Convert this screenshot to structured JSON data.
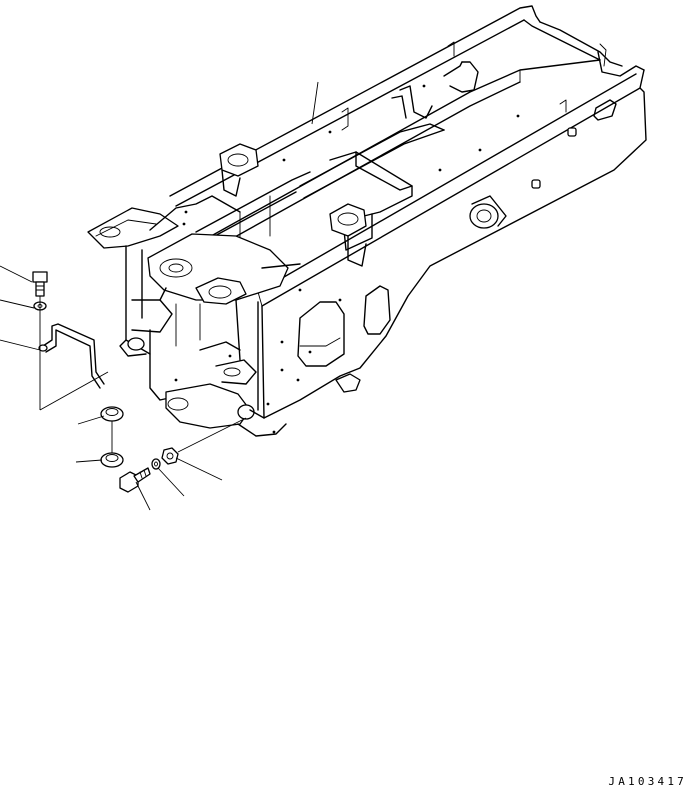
{
  "drawing": {
    "id_code": "JA103417",
    "parts": [
      {
        "name": "main-frame"
      },
      {
        "name": "bolt-upper"
      },
      {
        "name": "washer-upper"
      },
      {
        "name": "bracket-bar"
      },
      {
        "name": "bushing-upper"
      },
      {
        "name": "bushing-lower"
      },
      {
        "name": "bolt-lower"
      },
      {
        "name": "washer-lower"
      },
      {
        "name": "nut-lower"
      }
    ]
  }
}
